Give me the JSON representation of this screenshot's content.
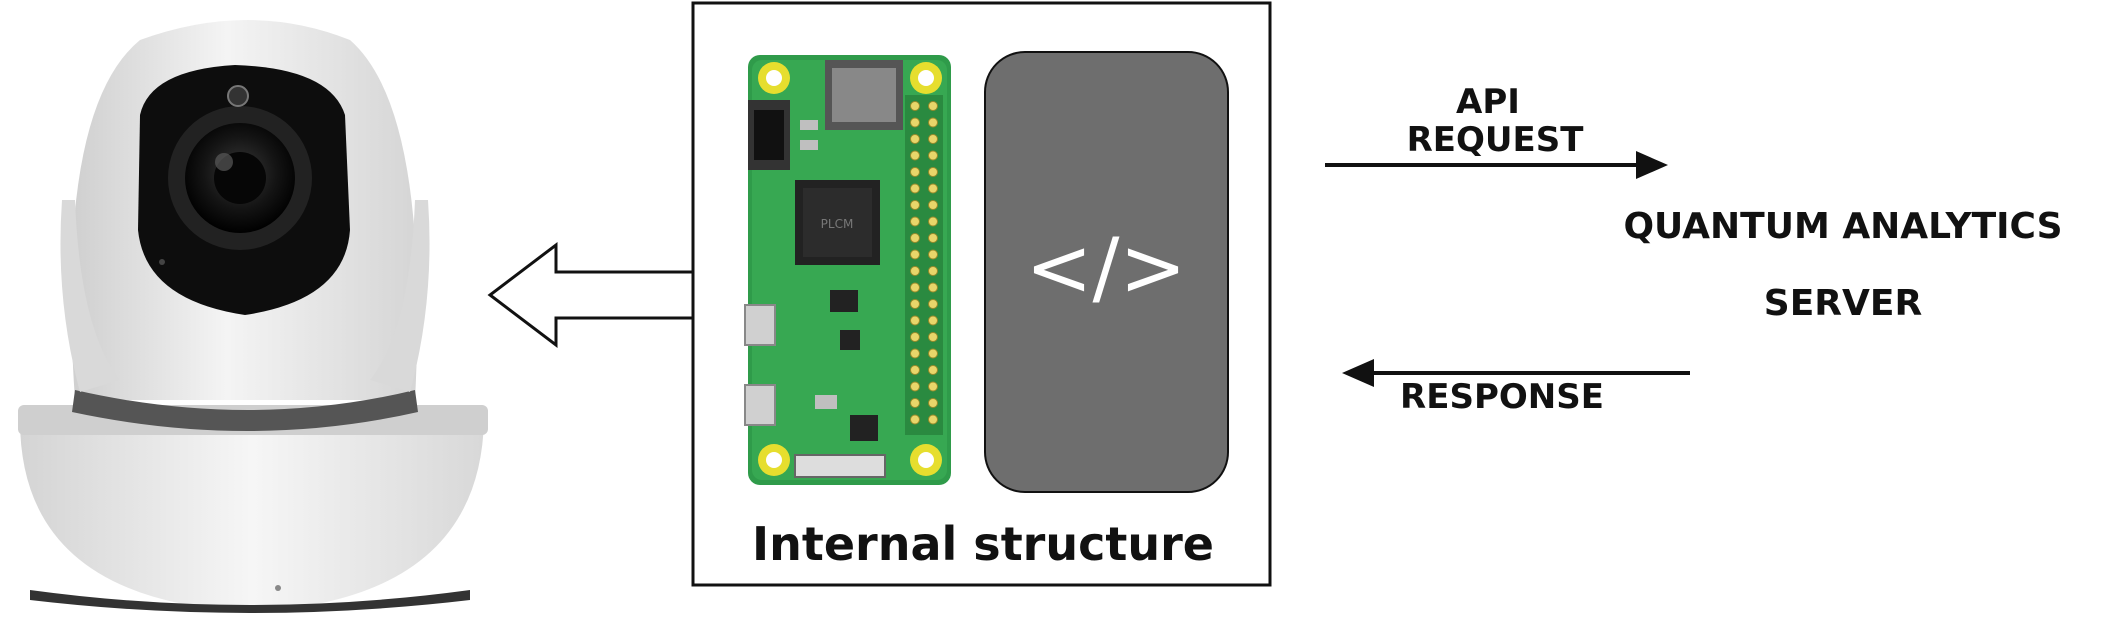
{
  "diagram": {
    "internal_label": "Internal structure",
    "code_symbol": "</>",
    "api_request_line1": "API",
    "api_request_line2": "REQUEST",
    "response_label": "RESPONSE",
    "server_line1": "QUANTUM ANALYTICS",
    "server_line2": "SERVER"
  },
  "colors": {
    "board_green": "#2f9b4a",
    "code_panel": "#6e6e6e",
    "camera_body": "#e6e6e6",
    "arrow": "#111111"
  },
  "icons": [
    "ip-camera-icon",
    "circuit-board-icon",
    "code-icon",
    "hollow-arrow-icon"
  ]
}
